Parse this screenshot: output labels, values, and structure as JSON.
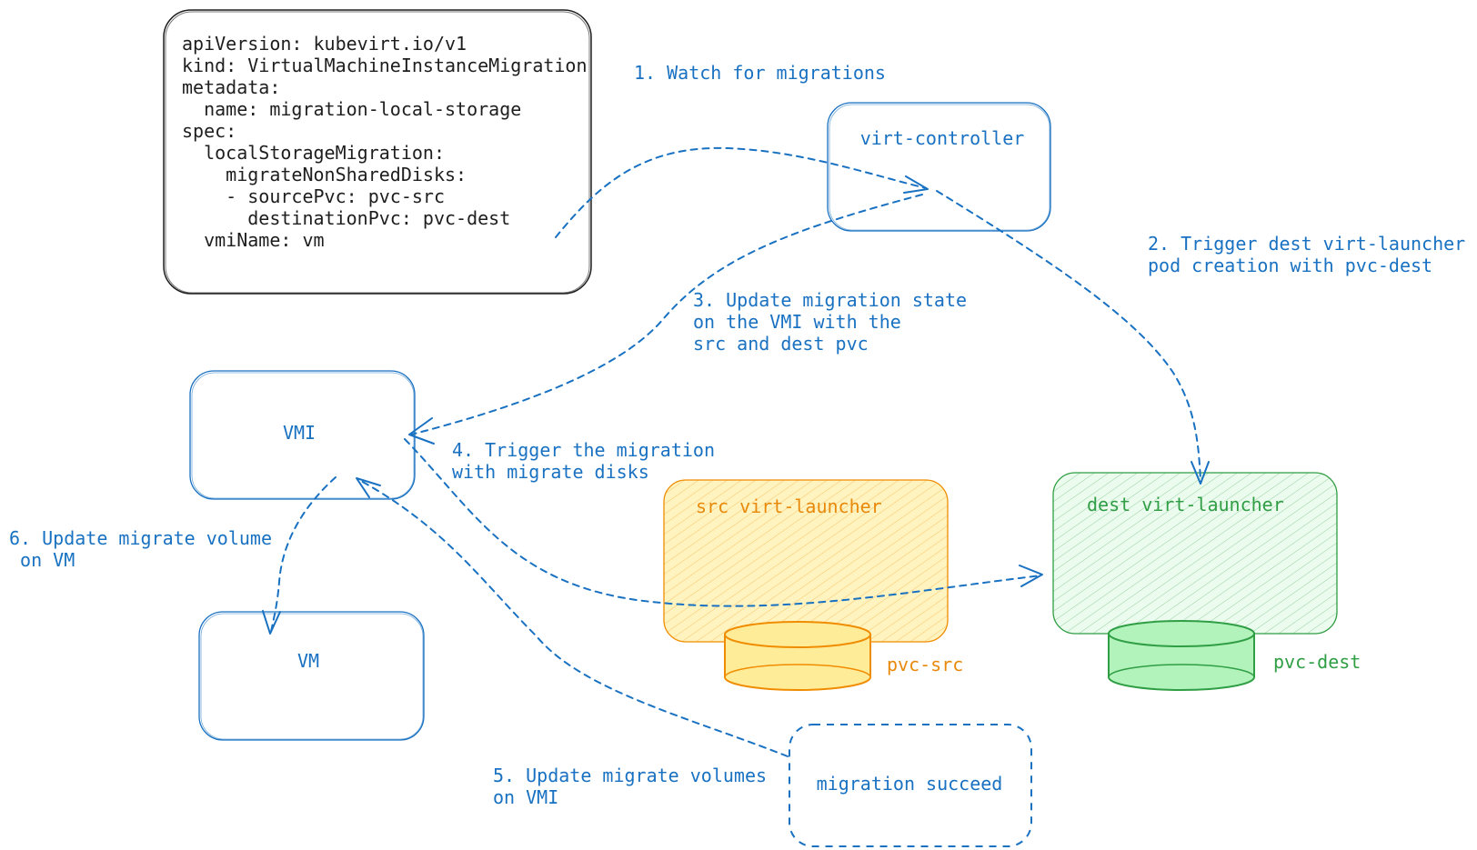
{
  "yaml_lines": [
    "apiVersion: kubevirt.io/v1",
    "kind: VirtualMachineInstanceMigration",
    "metadata:",
    "  name: migration-local-storage",
    "spec:",
    "  localStorageMigration:",
    "    migrateNonSharedDisks:",
    "    - sourcePvc: pvc-src",
    "      destinationPvc: pvc-dest",
    "  vmiName: vm"
  ],
  "nodes": {
    "virt_controller": "virt-controller",
    "vmi": "VMI",
    "vm": "VM",
    "src_launcher": "src virt-launcher",
    "dest_launcher": "dest virt-launcher",
    "migration_succeed": "migration succeed",
    "pvc_src": "pvc-src",
    "pvc_dest": "pvc-dest"
  },
  "steps": {
    "step1": [
      "1. Watch for migrations"
    ],
    "step2": [
      "2. Trigger dest virt-launcher",
      "pod creation with pvc-dest"
    ],
    "step3": [
      "3. Update migration state",
      "on the VMI with the",
      "src and dest pvc"
    ],
    "step4": [
      "4. Trigger the migration",
      "with migrate disks"
    ],
    "step5": [
      "5. Update migrate volumes",
      "on VMI"
    ],
    "step6": [
      "6. Update migrate volume",
      " on VM"
    ]
  },
  "colors": {
    "blue": "#1971c2",
    "orange": "#f08c00",
    "orange_fill": "#fff3bf",
    "yellow_cylinder": "#ffec99",
    "green": "#2f9e44",
    "green_fill": "#d3f9d8",
    "green_cylinder": "#b2f2bb",
    "black": "#1e1e1e"
  }
}
